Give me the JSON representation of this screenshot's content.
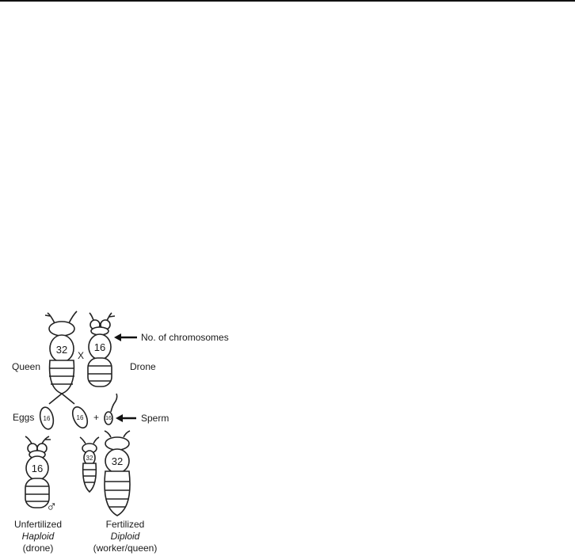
{
  "labels": {
    "queen": "Queen",
    "cross": "X",
    "drone": "Drone",
    "chromosomes": "No. of chromosomes",
    "eggs": "Eggs",
    "plus": "+",
    "sperm": "Sperm",
    "male_symbol": "♂"
  },
  "numbers": {
    "queen": "32",
    "drone": "16",
    "egg_left": "16",
    "egg_right": "16",
    "sperm": "16",
    "offspring_drone": "16",
    "offspring_worker": "32",
    "offspring_queen": "32"
  },
  "captions": {
    "left_line1": "Unfertilized",
    "left_line2": "Haploid",
    "left_line3": "(drone)",
    "right_line1": "Fertilized",
    "right_line2": "Diploid",
    "right_line3": "(worker/queen)"
  }
}
